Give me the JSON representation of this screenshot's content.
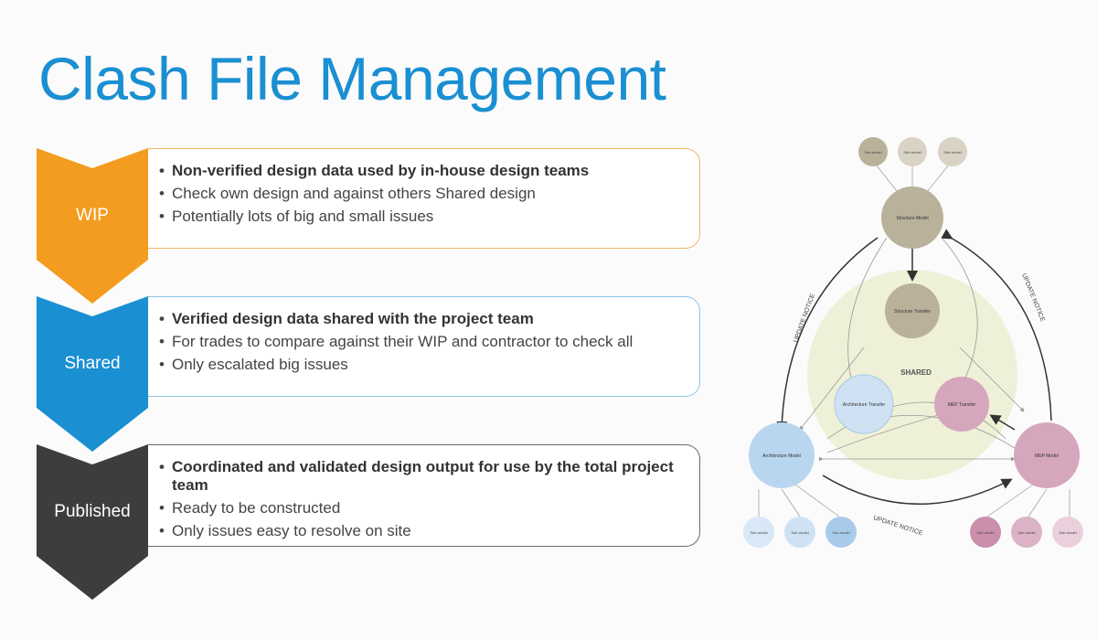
{
  "title": "Clash File Management",
  "stages": [
    {
      "label": "WIP",
      "color": "#f39c1f",
      "border": "#f2b566",
      "bullets": [
        "Non-verified design data used by in-house design teams",
        "Check own design and against others Shared design",
        "Potentially lots of big and small issues"
      ]
    },
    {
      "label": "Shared",
      "color": "#1a8fd2",
      "border": "#8cc4e6",
      "bullets": [
        "Verified design data shared with the project team",
        "For trades to compare against their WIP and contractor to check all",
        "Only escalated big issues"
      ]
    },
    {
      "label": "Published",
      "color": "#3d3d3d",
      "border": "#6a6a6a",
      "bullets": [
        "Coordinated and validated design output for use by the total project team",
        "Ready to be constructed",
        "Only issues easy to resolve on site"
      ]
    }
  ],
  "diagram": {
    "shared_label": "SHARED",
    "update_notice": "UPDATE NOTICE",
    "nodes": {
      "structure_model": "Structure Model",
      "structure_transfer": "Structure Transfer",
      "architecture_transfer": "Architecture Transfer",
      "mep_transfer": "MEP Transfer",
      "architecture_model": "Architecture Model",
      "mep_model": "MEP Model"
    },
    "sub_label": "Sub-model",
    "colors": {
      "structure": "#b9b19a",
      "structure_light": "#d8d3c4",
      "architecture": "#b9d6f0",
      "architecture_light": "#d9e8f6",
      "mep": "#d6a6bd",
      "mep_light": "#ead0dc",
      "shared_zone": "#eef0d8"
    }
  }
}
